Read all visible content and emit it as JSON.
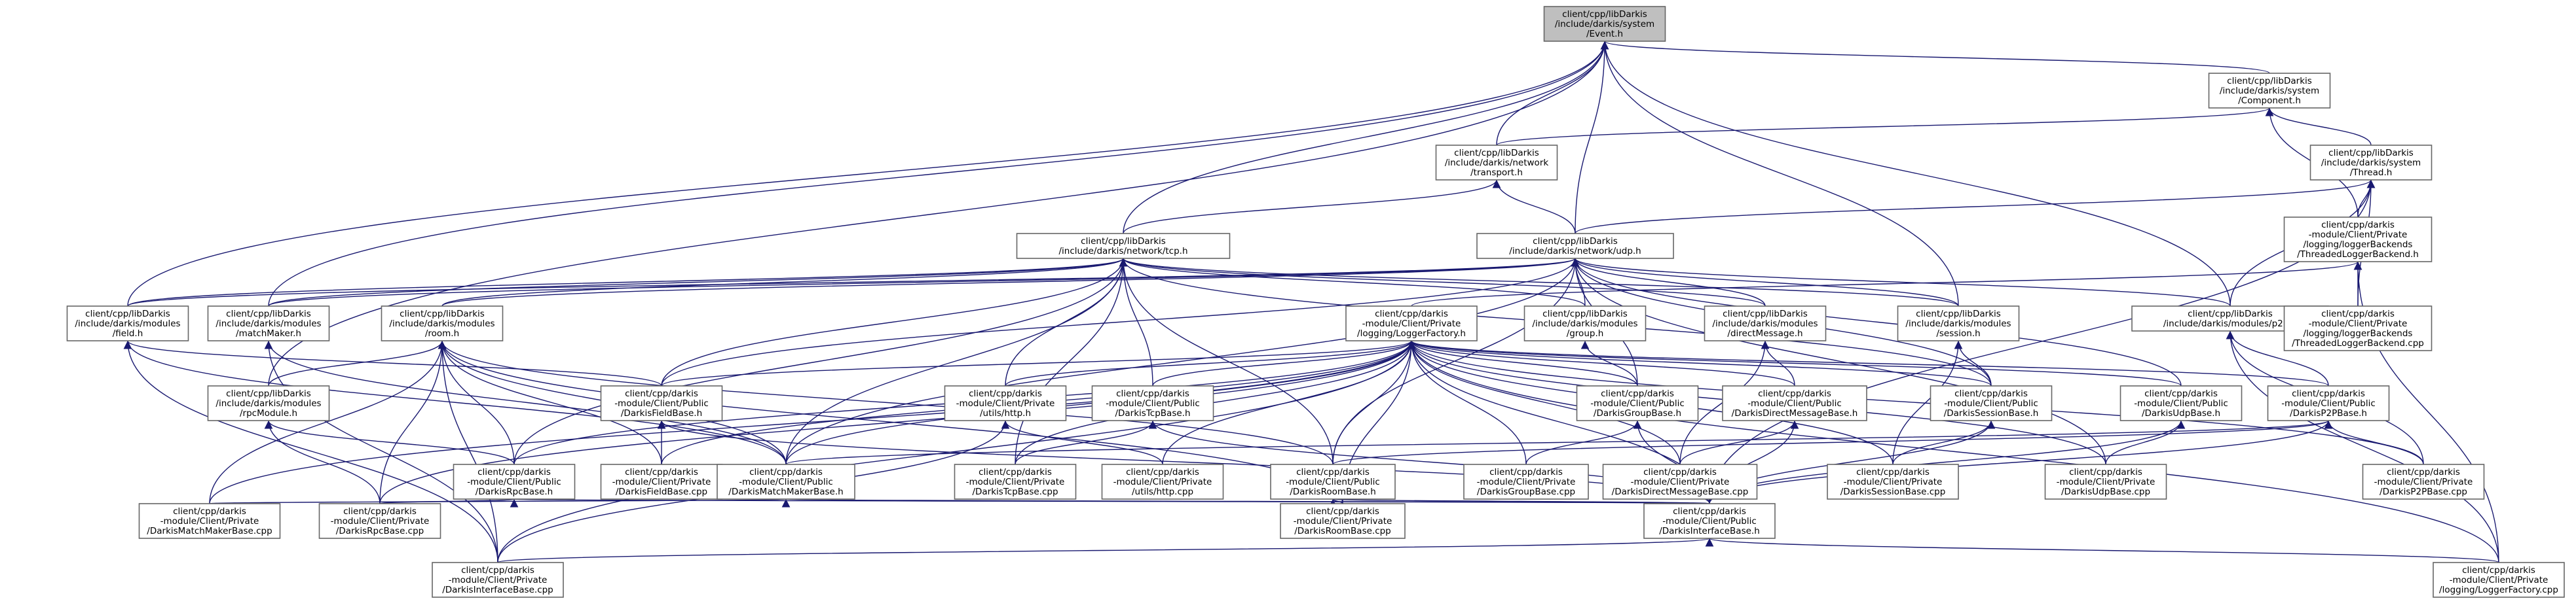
{
  "graph": {
    "colors": {
      "edge": "#191970",
      "node_fill": "#ffffff",
      "node_stroke": "#666666",
      "root_fill": "#bfbfbf"
    },
    "root": "event_h",
    "nodes": [
      {
        "id": "event_h",
        "label": [
          "client/cpp/libDarkis",
          "/include/darkis/system",
          "/Event.h"
        ]
      },
      {
        "id": "component_h",
        "label": [
          "client/cpp/libDarkis",
          "/include/darkis/system",
          "/Component.h"
        ]
      },
      {
        "id": "transport_h",
        "label": [
          "client/cpp/libDarkis",
          "/include/darkis/network",
          "/transport.h"
        ]
      },
      {
        "id": "thread_h",
        "label": [
          "client/cpp/libDarkis",
          "/include/darkis/system",
          "/Thread.h"
        ]
      },
      {
        "id": "tcp_h",
        "label": [
          "client/cpp/libDarkis",
          "/include/darkis/network/tcp.h"
        ]
      },
      {
        "id": "udp_h",
        "label": [
          "client/cpp/libDarkis",
          "/include/darkis/network/udp.h"
        ]
      },
      {
        "id": "threaded_logger_h",
        "label": [
          "client/cpp/darkis",
          "-module/Client/Private",
          "/logging/loggerBackends",
          "/ThreadedLoggerBackend.h"
        ]
      },
      {
        "id": "field_h",
        "label": [
          "client/cpp/libDarkis",
          "/include/darkis/modules",
          "/field.h"
        ]
      },
      {
        "id": "matchmaker_h",
        "label": [
          "client/cpp/libDarkis",
          "/include/darkis/modules",
          "/matchMaker.h"
        ]
      },
      {
        "id": "room_h",
        "label": [
          "client/cpp/libDarkis",
          "/include/darkis/modules",
          "/room.h"
        ]
      },
      {
        "id": "logger_factory_h",
        "label": [
          "client/cpp/darkis",
          "-module/Client/Private",
          "/logging/LoggerFactory.h"
        ]
      },
      {
        "id": "group_h",
        "label": [
          "client/cpp/libDarkis",
          "/include/darkis/modules",
          "/group.h"
        ]
      },
      {
        "id": "direct_message_h",
        "label": [
          "client/cpp/libDarkis",
          "/include/darkis/modules",
          "/directMessage.h"
        ]
      },
      {
        "id": "session_h",
        "label": [
          "client/cpp/libDarkis",
          "/include/darkis/modules",
          "/session.h"
        ]
      },
      {
        "id": "p2p_h",
        "label": [
          "client/cpp/libDarkis",
          "/include/darkis/modules/p2p.h"
        ]
      },
      {
        "id": "threaded_logger_cpp",
        "label": [
          "client/cpp/darkis",
          "-module/Client/Private",
          "/logging/loggerBackends",
          "/ThreadedLoggerBackend.cpp"
        ]
      },
      {
        "id": "rpc_module_h",
        "label": [
          "client/cpp/libDarkis",
          "/include/darkis/modules",
          "/rpcModule.h"
        ]
      },
      {
        "id": "field_base_h",
        "label": [
          "client/cpp/darkis",
          "-module/Client/Public",
          "/DarkisFieldBase.h"
        ]
      },
      {
        "id": "http_h",
        "label": [
          "client/cpp/darkis",
          "-module/Client/Private",
          "/utils/http.h"
        ]
      },
      {
        "id": "tcp_base_h",
        "label": [
          "client/cpp/darkis",
          "-module/Client/Public",
          "/DarkisTcpBase.h"
        ]
      },
      {
        "id": "group_base_h",
        "label": [
          "client/cpp/darkis",
          "-module/Client/Public",
          "/DarkisGroupBase.h"
        ]
      },
      {
        "id": "dm_base_h",
        "label": [
          "client/cpp/darkis",
          "-module/Client/Public",
          "/DarkisDirectMessageBase.h"
        ]
      },
      {
        "id": "session_base_h",
        "label": [
          "client/cpp/darkis",
          "-module/Client/Public",
          "/DarkisSessionBase.h"
        ]
      },
      {
        "id": "udp_base_h",
        "label": [
          "client/cpp/darkis",
          "-module/Client/Public",
          "/DarkisUdpBase.h"
        ]
      },
      {
        "id": "p2p_base_h",
        "label": [
          "client/cpp/darkis",
          "-module/Client/Public",
          "/DarkisP2PBase.h"
        ]
      },
      {
        "id": "rpc_base_h",
        "label": [
          "client/cpp/darkis",
          "-module/Client/Public",
          "/DarkisRpcBase.h"
        ]
      },
      {
        "id": "field_base_cpp",
        "label": [
          "client/cpp/darkis",
          "-module/Client/Private",
          "/DarkisFieldBase.cpp"
        ]
      },
      {
        "id": "mm_base_h",
        "label": [
          "client/cpp/darkis",
          "-module/Client/Public",
          "/DarkisMatchMakerBase.h"
        ]
      },
      {
        "id": "tcp_base_cpp",
        "label": [
          "client/cpp/darkis",
          "-module/Client/Private",
          "/DarkisTcpBase.cpp"
        ]
      },
      {
        "id": "http_cpp",
        "label": [
          "client/cpp/darkis",
          "-module/Client/Private",
          "/utils/http.cpp"
        ]
      },
      {
        "id": "room_base_h",
        "label": [
          "client/cpp/darkis",
          "-module/Client/Public",
          "/DarkisRoomBase.h"
        ]
      },
      {
        "id": "group_base_cpp",
        "label": [
          "client/cpp/darkis",
          "-module/Client/Private",
          "/DarkisGroupBase.cpp"
        ]
      },
      {
        "id": "dm_base_cpp",
        "label": [
          "client/cpp/darkis",
          "-module/Client/Private",
          "/DarkisDirectMessageBase.cpp"
        ]
      },
      {
        "id": "session_base_cpp",
        "label": [
          "client/cpp/darkis",
          "-module/Client/Private",
          "/DarkisSessionBase.cpp"
        ]
      },
      {
        "id": "udp_base_cpp",
        "label": [
          "client/cpp/darkis",
          "-module/Client/Private",
          "/DarkisUdpBase.cpp"
        ]
      },
      {
        "id": "p2p_base_cpp",
        "label": [
          "client/cpp/darkis",
          "-module/Client/Private",
          "/DarkisP2PBase.cpp"
        ]
      },
      {
        "id": "mm_base_cpp",
        "label": [
          "client/cpp/darkis",
          "-module/Client/Private",
          "/DarkisMatchMakerBase.cpp"
        ]
      },
      {
        "id": "rpc_base_cpp",
        "label": [
          "client/cpp/darkis",
          "-module/Client/Private",
          "/DarkisRpcBase.cpp"
        ]
      },
      {
        "id": "room_base_cpp",
        "label": [
          "client/cpp/darkis",
          "-module/Client/Private",
          "/DarkisRoomBase.cpp"
        ]
      },
      {
        "id": "interface_base_h",
        "label": [
          "client/cpp/darkis",
          "-module/Client/Public",
          "/DarkisInterfaceBase.h"
        ]
      },
      {
        "id": "interface_base_cpp",
        "label": [
          "client/cpp/darkis",
          "-module/Client/Private",
          "/DarkisInterfaceBase.cpp"
        ]
      },
      {
        "id": "logger_factory_cpp",
        "label": [
          "client/cpp/darkis",
          "-module/Client/Private",
          "/logging/LoggerFactory.cpp"
        ]
      }
    ],
    "edges": [
      [
        "event_h",
        "component_h"
      ],
      [
        "event_h",
        "transport_h"
      ],
      [
        "event_h",
        "tcp_h"
      ],
      [
        "event_h",
        "udp_h"
      ],
      [
        "event_h",
        "field_h"
      ],
      [
        "event_h",
        "matchmaker_h"
      ],
      [
        "event_h",
        "rpc_module_h"
      ],
      [
        "event_h",
        "session_h"
      ],
      [
        "event_h",
        "p2p_h"
      ],
      [
        "component_h",
        "transport_h"
      ],
      [
        "component_h",
        "thread_h"
      ],
      [
        "component_h",
        "threaded_logger_h"
      ],
      [
        "transport_h",
        "tcp_h"
      ],
      [
        "transport_h",
        "udp_h"
      ],
      [
        "thread_h",
        "udp_h"
      ],
      [
        "thread_h",
        "threaded_logger_h"
      ],
      [
        "thread_h",
        "threaded_logger_cpp"
      ],
      [
        "thread_h",
        "p2p_h"
      ],
      [
        "thread_h",
        "interface_base_h"
      ],
      [
        "threaded_logger_h",
        "threaded_logger_cpp"
      ],
      [
        "threaded_logger_h",
        "logger_factory_cpp"
      ],
      [
        "threaded_logger_h",
        "logger_factory_h"
      ],
      [
        "tcp_h",
        "field_h"
      ],
      [
        "tcp_h",
        "matchmaker_h"
      ],
      [
        "tcp_h",
        "room_h"
      ],
      [
        "tcp_h",
        "group_h"
      ],
      [
        "tcp_h",
        "direct_message_h"
      ],
      [
        "tcp_h",
        "session_h"
      ],
      [
        "tcp_h",
        "field_base_h"
      ],
      [
        "tcp_h",
        "http_h"
      ],
      [
        "tcp_h",
        "tcp_base_h"
      ],
      [
        "tcp_h",
        "room_base_h"
      ],
      [
        "tcp_h",
        "mm_base_h"
      ],
      [
        "tcp_h",
        "rpc_base_h"
      ],
      [
        "tcp_h",
        "session_base_h"
      ],
      [
        "tcp_h",
        "tcp_base_cpp"
      ],
      [
        "udp_h",
        "field_h"
      ],
      [
        "udp_h",
        "matchmaker_h"
      ],
      [
        "udp_h",
        "room_h"
      ],
      [
        "udp_h",
        "group_h"
      ],
      [
        "udp_h",
        "direct_message_h"
      ],
      [
        "udp_h",
        "session_h"
      ],
      [
        "udp_h",
        "p2p_h"
      ],
      [
        "udp_h",
        "field_base_h"
      ],
      [
        "udp_h",
        "group_base_h"
      ],
      [
        "udp_h",
        "session_base_h"
      ],
      [
        "udp_h",
        "udp_base_h"
      ],
      [
        "udp_h",
        "room_base_h"
      ],
      [
        "udp_h",
        "mm_base_h"
      ],
      [
        "udp_h",
        "udp_base_cpp"
      ],
      [
        "field_h",
        "field_base_h"
      ],
      [
        "field_h",
        "mm_base_h"
      ],
      [
        "field_h",
        "interface_base_cpp"
      ],
      [
        "matchmaker_h",
        "mm_base_h"
      ],
      [
        "matchmaker_h",
        "interface_base_cpp"
      ],
      [
        "room_h",
        "rpc_module_h"
      ],
      [
        "room_h",
        "room_base_h"
      ],
      [
        "room_h",
        "mm_base_h"
      ],
      [
        "room_h",
        "rpc_base_h"
      ],
      [
        "room_h",
        "room_base_cpp"
      ],
      [
        "room_h",
        "mm_base_cpp"
      ],
      [
        "room_h",
        "rpc_base_cpp"
      ],
      [
        "room_h",
        "interface_base_cpp"
      ],
      [
        "room_h",
        "field_base_cpp"
      ],
      [
        "rpc_module_h",
        "rpc_base_h"
      ],
      [
        "rpc_module_h",
        "rpc_base_cpp"
      ],
      [
        "group_h",
        "group_base_h"
      ],
      [
        "direct_message_h",
        "dm_base_h"
      ],
      [
        "direct_message_h",
        "dm_base_cpp"
      ],
      [
        "session_h",
        "session_base_h"
      ],
      [
        "session_h",
        "session_base_cpp"
      ],
      [
        "p2p_h",
        "p2p_base_h"
      ],
      [
        "p2p_h",
        "p2p_base_cpp"
      ],
      [
        "p2p_h",
        "logger_factory_cpp"
      ],
      [
        "logger_factory_h",
        "field_base_h"
      ],
      [
        "logger_factory_h",
        "http_h"
      ],
      [
        "logger_factory_h",
        "tcp_base_h"
      ],
      [
        "logger_factory_h",
        "group_base_h"
      ],
      [
        "logger_factory_h",
        "dm_base_h"
      ],
      [
        "logger_factory_h",
        "session_base_h"
      ],
      [
        "logger_factory_h",
        "udp_base_h"
      ],
      [
        "logger_factory_h",
        "p2p_base_h"
      ],
      [
        "logger_factory_h",
        "rpc_base_h"
      ],
      [
        "logger_factory_h",
        "mm_base_h"
      ],
      [
        "logger_factory_h",
        "room_base_h"
      ],
      [
        "logger_factory_h",
        "interface_base_h"
      ],
      [
        "logger_factory_h",
        "field_base_cpp"
      ],
      [
        "logger_factory_h",
        "tcp_base_cpp"
      ],
      [
        "logger_factory_h",
        "http_cpp"
      ],
      [
        "logger_factory_h",
        "group_base_cpp"
      ],
      [
        "logger_factory_h",
        "dm_base_cpp"
      ],
      [
        "logger_factory_h",
        "session_base_cpp"
      ],
      [
        "logger_factory_h",
        "udp_base_cpp"
      ],
      [
        "logger_factory_h",
        "p2p_base_cpp"
      ],
      [
        "logger_factory_h",
        "mm_base_cpp"
      ],
      [
        "logger_factory_h",
        "rpc_base_cpp"
      ],
      [
        "logger_factory_h",
        "room_base_cpp"
      ],
      [
        "logger_factory_h",
        "interface_base_cpp"
      ],
      [
        "logger_factory_h",
        "logger_factory_cpp"
      ],
      [
        "field_base_h",
        "field_base_cpp"
      ],
      [
        "field_base_h",
        "interface_base_h"
      ],
      [
        "http_h",
        "http_cpp"
      ],
      [
        "http_h",
        "interface_base_cpp"
      ],
      [
        "tcp_base_h",
        "tcp_base_cpp"
      ],
      [
        "tcp_base_h",
        "interface_base_h"
      ],
      [
        "group_base_h",
        "group_base_cpp"
      ],
      [
        "group_base_h",
        "interface_base_h"
      ],
      [
        "dm_base_h",
        "dm_base_cpp"
      ],
      [
        "dm_base_h",
        "interface_base_h"
      ],
      [
        "session_base_h",
        "session_base_cpp"
      ],
      [
        "session_base_h",
        "interface_base_h"
      ],
      [
        "udp_base_h",
        "udp_base_cpp"
      ],
      [
        "udp_base_h",
        "interface_base_h"
      ],
      [
        "p2p_base_h",
        "p2p_base_cpp"
      ],
      [
        "p2p_base_h",
        "interface_base_h"
      ],
      [
        "p2p_base_h",
        "room_base_h"
      ],
      [
        "p2p_base_h",
        "mm_base_h"
      ],
      [
        "rpc_base_h",
        "rpc_base_cpp"
      ],
      [
        "rpc_base_h",
        "interface_base_h"
      ],
      [
        "mm_base_h",
        "mm_base_cpp"
      ],
      [
        "mm_base_h",
        "interface_base_h"
      ],
      [
        "room_base_h",
        "room_base_cpp"
      ],
      [
        "room_base_h",
        "interface_base_h"
      ],
      [
        "interface_base_h",
        "interface_base_cpp"
      ],
      [
        "interface_base_h",
        "logger_factory_cpp"
      ]
    ]
  }
}
